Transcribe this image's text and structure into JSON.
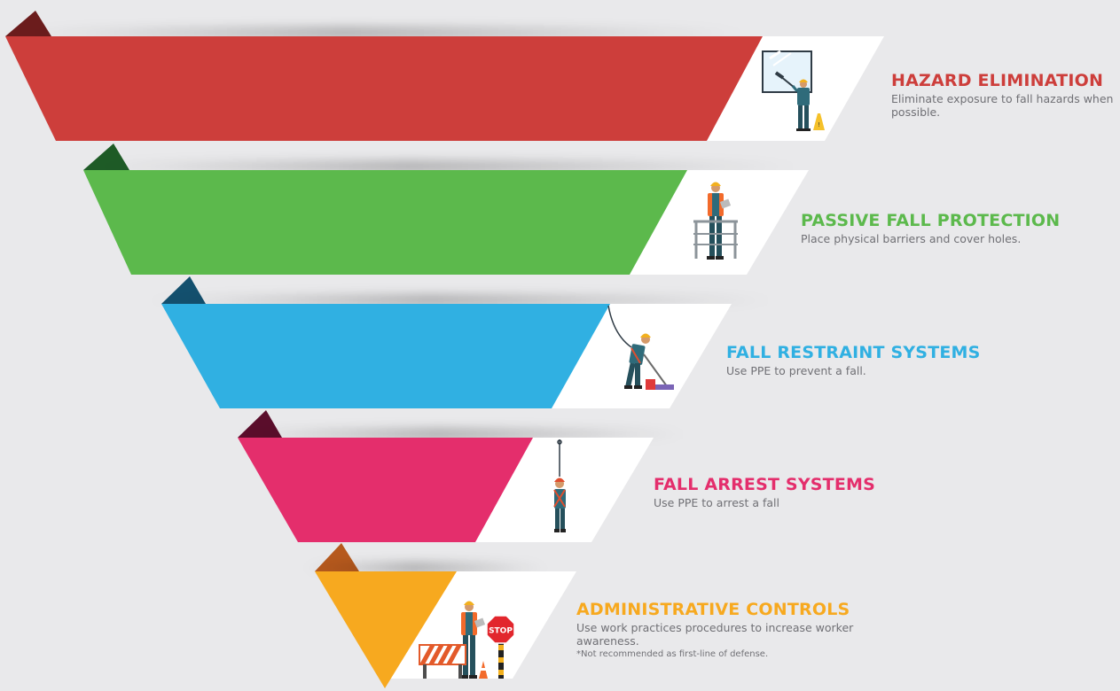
{
  "colors": {
    "background": "#e9e9eb",
    "hazard": "#cd3e3b",
    "passive": "#5cb94c",
    "restraint": "#30b0e2",
    "arrest": "#e42e6c",
    "administrative": "#f7a91f"
  },
  "levels": [
    {
      "title": "HAZARD ELIMINATION",
      "description": "Eliminate exposure to fall hazards when possible.",
      "note": "",
      "icon": "worker-window-icon"
    },
    {
      "title": "PASSIVE FALL PROTECTION",
      "description": "Place physical barriers and cover holes.",
      "note": "",
      "icon": "worker-guardrail-icon"
    },
    {
      "title": "FALL RESTRAINT SYSTEMS",
      "description": "Use PPE to prevent a fall.",
      "note": "",
      "icon": "worker-tethered-mop-icon"
    },
    {
      "title": "FALL ARREST SYSTEMS",
      "description": "Use PPE to arrest a fall",
      "note": "",
      "icon": "worker-suspended-harness-icon"
    },
    {
      "title": "ADMINISTRATIVE CONTROLS",
      "description": "Use work practices procedures to increase worker awareness.",
      "note": "*Not recommended as first-line of defense.",
      "icon": "worker-stop-sign-barricade-icon",
      "stop_sign_text": "STOP"
    }
  ]
}
